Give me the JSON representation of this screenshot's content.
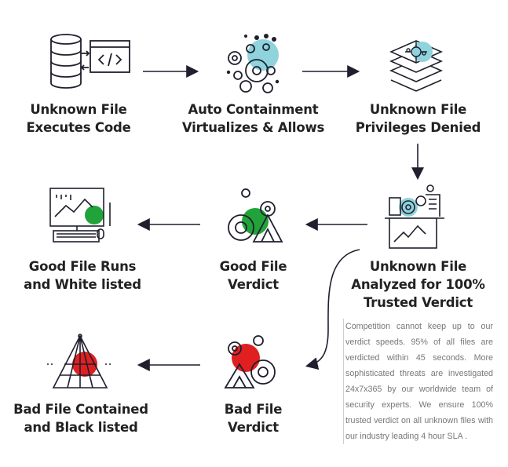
{
  "nodes": {
    "unknown_file_executes": {
      "line1": "Unknown File",
      "line2": "Executes Code"
    },
    "auto_containment": {
      "line1": "Auto Containment",
      "line2": "Virtualizes & Allows"
    },
    "privileges_denied": {
      "line1": "Unknown File",
      "line2": "Privileges Denied"
    },
    "analyzed": {
      "line1": "Unknown File",
      "line2": "Analyzed for 100%",
      "line3": "Trusted Verdict"
    },
    "good_verdict": {
      "line1": "Good File",
      "line2": "Verdict"
    },
    "good_runs": {
      "line1": "Good File Runs",
      "line2": "and White listed"
    },
    "bad_verdict": {
      "line1": "Bad File",
      "line2": "Verdict"
    },
    "bad_contained": {
      "line1": "Bad File Contained",
      "line2": "and Black listed"
    }
  },
  "description": "Competition cannot keep up to our verdict speeds. 95% of all files are verdicted within 45 seconds. More sophisticated threats are investigated 24x7x365 by our worldwide team of security experts. We ensure 100% trusted verdict on all unknown files with our industry leading 4 hour SLA .",
  "colors": {
    "ink": "#1f1f2e",
    "accent_blue": "#8fd3dc",
    "accent_green": "#22a33a",
    "accent_red": "#e02020"
  },
  "icons": [
    "database-code-icon",
    "gears-cluster-icon",
    "layers-chip-icon",
    "analysis-machine-icon",
    "gears-green-icon",
    "monitor-chart-icon",
    "gears-red-icon",
    "pyramid-red-icon"
  ]
}
